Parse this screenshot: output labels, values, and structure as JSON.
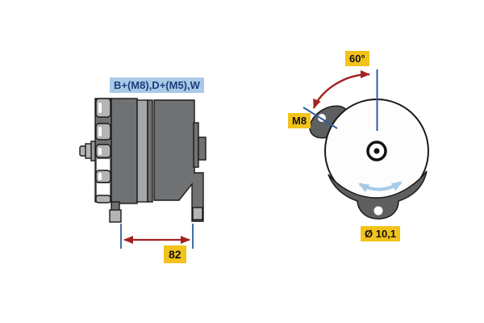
{
  "labels": {
    "terminals": "B+(M8),D+(M5),W",
    "angle": "60°",
    "thread": "M8",
    "hole_diameter": "Ø 10,1",
    "width_mm": "82"
  },
  "colors": {
    "label_yellow_bg": "#f2c31c",
    "terminal_label_bg": "#a9c9e6",
    "terminal_label_text": "#1c3e7e",
    "dimension_red": "#a32222",
    "reference_blue": "#2e5f9e",
    "rotation_arrow_blue": "#a6cbe8",
    "body_gray": "#6f7173",
    "body_light_gray": "#b2b4b6",
    "flange_gray": "#5d5f61",
    "outline": "#1a1a1a"
  },
  "graphics": {
    "side_view": "alternator side view with pulley, housing, rear terminals and mounting feet",
    "rear_view": "alternator rear view with triangular mounting flange and two lug holes",
    "angle_arc_arrow": "curved double-headed arrow spanning 60 degrees",
    "rotation_arrow": "curved double-headed rotation arrow",
    "width_dimension_arrow": "horizontal double-headed dimension arrow between extension lines"
  }
}
